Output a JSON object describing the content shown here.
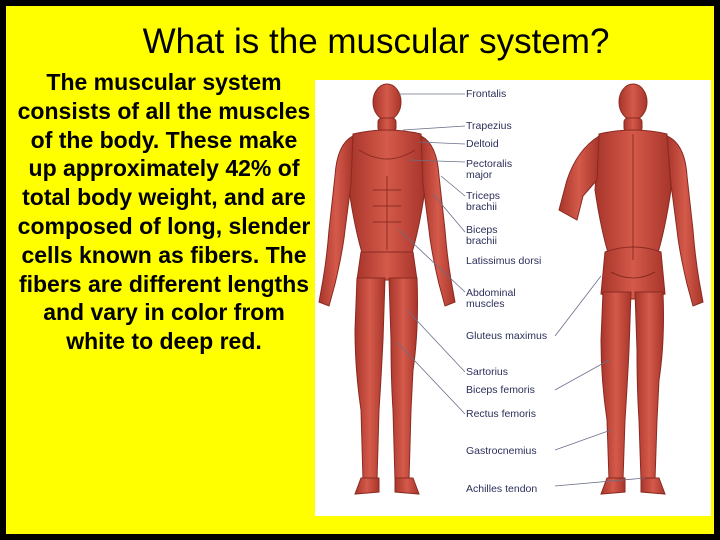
{
  "slide": {
    "title": "What is the muscular system?",
    "body": "The muscular system consists of all the muscles of the body. These make up approximately 42% of total body weight, and are composed of long, slender cells known as fibers. The fibers are different lengths and vary in color from white to deep red."
  },
  "figure": {
    "labels": [
      "Frontalis",
      "Trapezius",
      "Deltoid",
      "Pectoralis",
      "major",
      "Triceps",
      "brachii",
      "Biceps",
      "brachii",
      "Latissimus dorsi",
      "Abdominal",
      "muscles",
      "Gluteus maximus",
      "Sartorius",
      "Biceps femoris",
      "Rectus femoris",
      "Gastrocnemius",
      "Achilles tendon"
    ],
    "colors": {
      "muscle": "#c9463a",
      "muscle_dark": "#9e2e25",
      "tendon": "#e9c9b8",
      "label_text": "#2b2f5a",
      "leader_line": "#6a6f8a"
    }
  }
}
